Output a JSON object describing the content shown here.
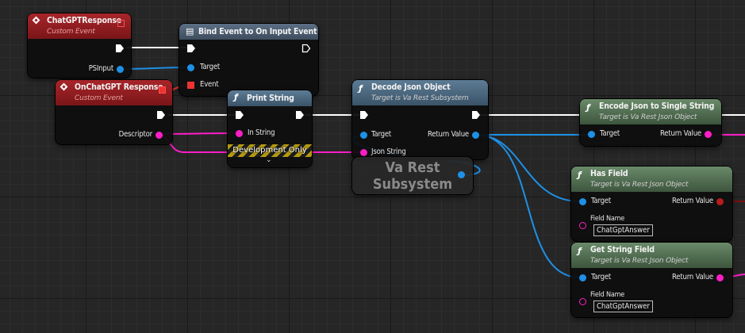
{
  "nodes": {
    "chatgpt_response": {
      "title": "ChatGPTResponse",
      "subtitle": "Custom Event",
      "pin_psinput": "PSInput"
    },
    "bind_event": {
      "title": "Bind Event to On Input Event",
      "pin_target": "Target",
      "pin_event": "Event"
    },
    "on_chatgpt_response": {
      "title": "OnChatGPT Response",
      "subtitle": "Custom Event",
      "pin_descriptor": "Descriptor"
    },
    "print_string": {
      "title": "Print String",
      "pin_in_string": "In String",
      "dev_only": "Development Only"
    },
    "decode_json": {
      "title": "Decode Json Object",
      "subtitle": "Target is Va Rest Subsystem",
      "pin_target": "Target",
      "pin_json_string": "Json String",
      "pin_return": "Return Value"
    },
    "va_rest_subsystem": {
      "line1": "Va Rest",
      "line2": "Subsystem"
    },
    "encode_json": {
      "title": "Encode Json to Single String",
      "subtitle": "Target is Va Rest Json Object",
      "pin_target": "Target",
      "pin_return": "Return Value"
    },
    "has_field": {
      "title": "Has Field",
      "subtitle": "Target is Va Rest Json Object",
      "pin_target": "Target",
      "pin_return": "Return Value",
      "pin_field_name": "Field Name",
      "field_value": "ChatGptAnswer"
    },
    "get_string_field": {
      "title": "Get String Field",
      "subtitle": "Target is Va Rest Json Object",
      "pin_target": "Target",
      "pin_return": "Return Value",
      "pin_field_name": "Field Name",
      "field_value": "ChatGptAnswer"
    }
  },
  "icons": {
    "event": "event-diamond-icon",
    "function": "function-f-icon",
    "bind": "bind-event-icon"
  },
  "colors": {
    "event_header": "#a8262a",
    "function_header": "#5d7c95",
    "pure_header": "#6a8a6a",
    "exec_wire": "#ffffff",
    "object_pin": "#1e90e6",
    "string_pin": "#ff1ec8",
    "bool_pin": "#b71c1c"
  }
}
